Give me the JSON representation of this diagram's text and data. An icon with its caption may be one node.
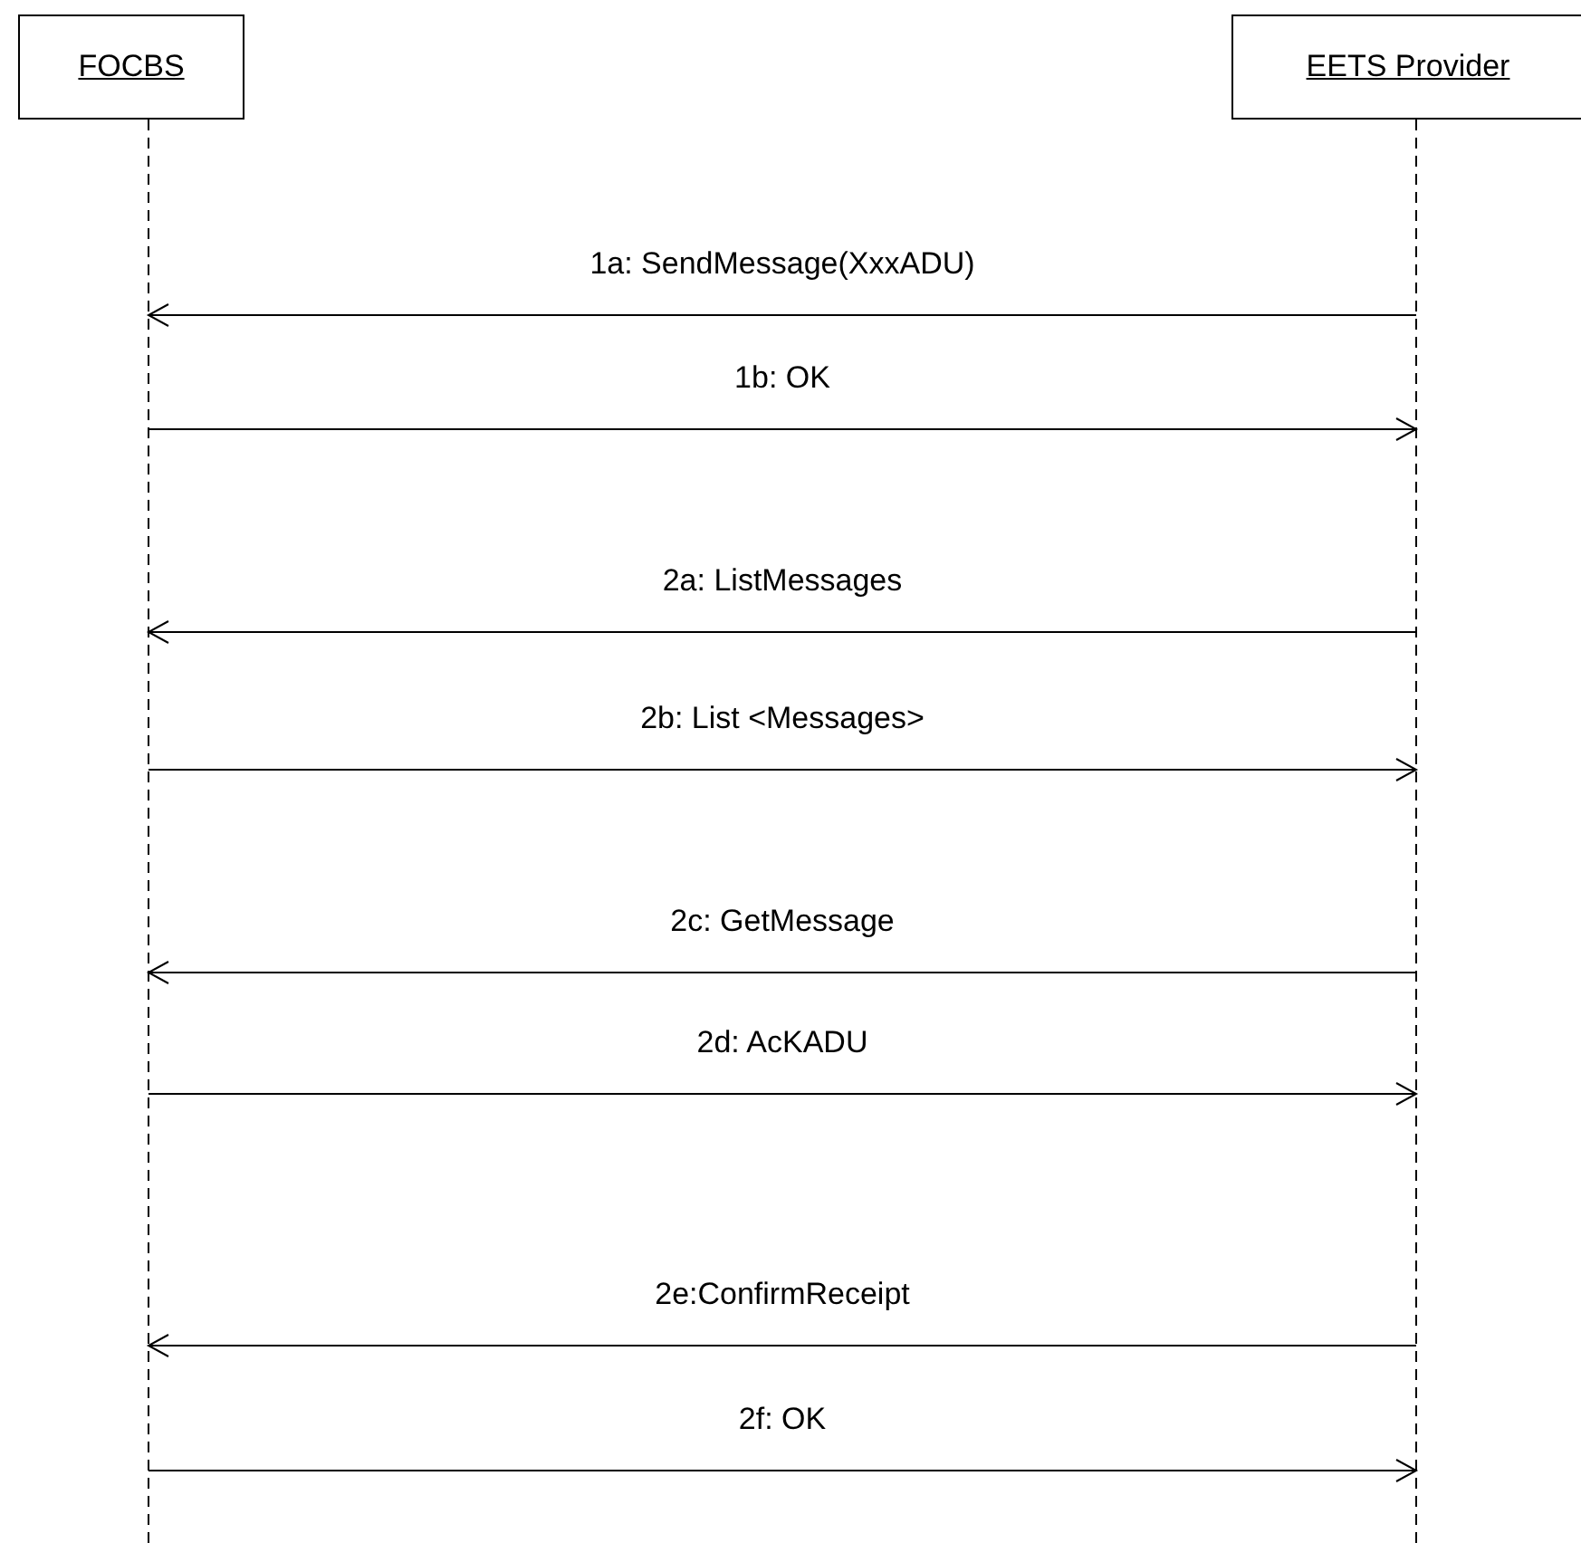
{
  "diagram": {
    "nodes": [
      {
        "text": [
          "FOCBS"
        ]
      },
      {
        "text": [
          "EETS Provider"
        ]
      }
    ],
    "edges": [
      {
        "from": 1,
        "to": 0,
        "arrow": "to",
        "label": "1a: SendMessage(XxxADU)"
      },
      {
        "from": 0,
        "to": 1,
        "arrow": "to",
        "label": "1b: OK"
      },
      {
        "from": 1,
        "to": 0,
        "arrow": "to",
        "label": "2a: ListMessages"
      },
      {
        "from": 0,
        "to": 1,
        "arrow": "to",
        "label": "2b: List <Messages>"
      },
      {
        "from": 1,
        "to": 0,
        "arrow": "to",
        "label": "2c: GetMessage"
      },
      {
        "from": 0,
        "to": 1,
        "arrow": "to",
        "label": "2d: AcKADU"
      },
      {
        "from": 1,
        "to": 0,
        "arrow": "to",
        "label": "2e:ConfirmReceipt"
      },
      {
        "from": 0,
        "to": 1,
        "arrow": "to",
        "label": "2f: OK"
      }
    ]
  }
}
